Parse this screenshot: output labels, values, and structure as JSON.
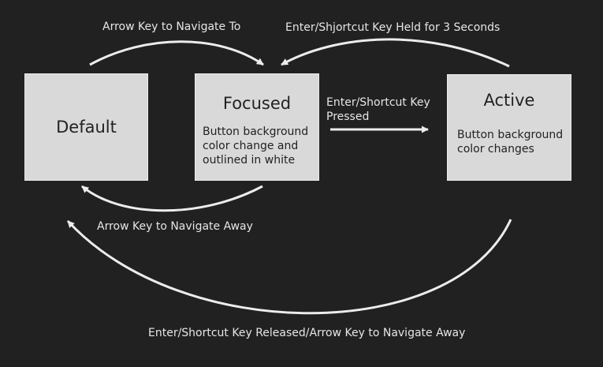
{
  "colors": {
    "background": "#222121",
    "node_fill": "#d9d9d9",
    "edge": "#ececec",
    "text": "#e6e6e6"
  },
  "nodes": {
    "default": {
      "title": "Default"
    },
    "focused": {
      "title": "Focused",
      "desc": [
        "Button background",
        "color change and",
        "outlined in white"
      ]
    },
    "active": {
      "title": "Active",
      "desc": [
        "Button background",
        "color changes"
      ]
    }
  },
  "edges": {
    "navigate_to": "Arrow Key to Navigate To",
    "held": "Enter/Shjortcut Key Held for 3 Seconds",
    "pressed": [
      "Enter/Shortcut Key",
      "Pressed"
    ],
    "navigate_away": "Arrow Key to Navigate Away",
    "released": "Enter/Shortcut Key Released/Arrow Key to Navigate Away"
  }
}
